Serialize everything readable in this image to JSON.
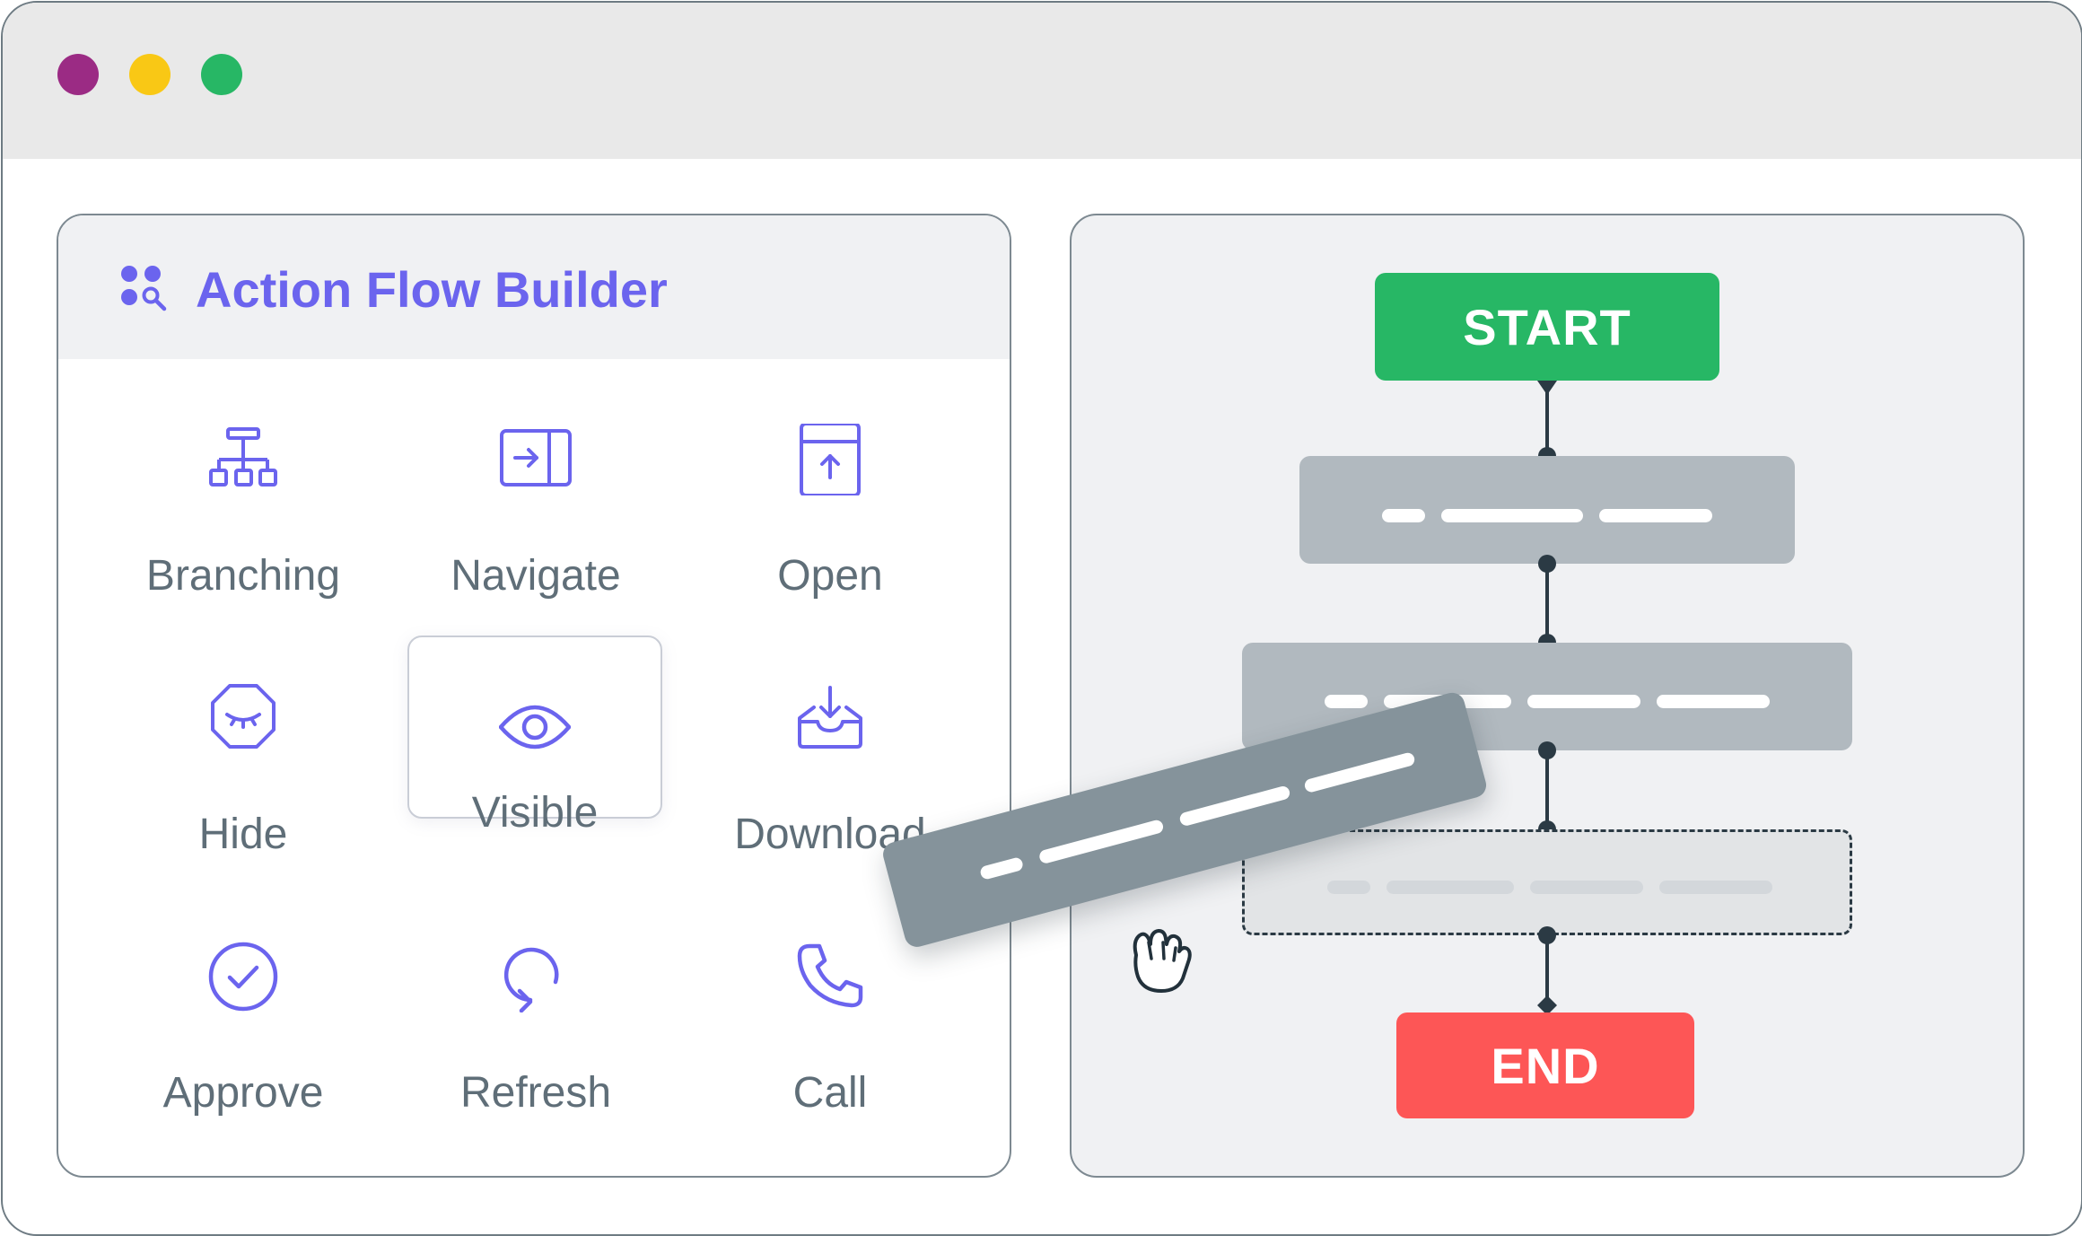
{
  "window": {
    "controls": [
      {
        "name": "close",
        "color": "#9b2b84"
      },
      {
        "name": "minimize",
        "color": "#f9c815"
      },
      {
        "name": "maximize",
        "color": "#27b765"
      }
    ]
  },
  "builder": {
    "title": "Action Flow Builder",
    "title_icon": "apps-search-icon",
    "accent": "#6b64ee",
    "actions": [
      {
        "label": "Branching",
        "icon": "branching-icon"
      },
      {
        "label": "Navigate",
        "icon": "navigate-icon"
      },
      {
        "label": "Open",
        "icon": "open-icon"
      },
      {
        "label": "Hide",
        "icon": "hide-icon"
      },
      {
        "label": "Visible",
        "icon": "eye-icon",
        "selected": true
      },
      {
        "label": "Download",
        "icon": "download-icon"
      },
      {
        "label": "Approve",
        "icon": "approve-icon"
      },
      {
        "label": "Refresh",
        "icon": "refresh-icon"
      },
      {
        "label": "Call",
        "icon": "phone-icon"
      }
    ]
  },
  "flow": {
    "start_label": "START",
    "end_label": "END",
    "start_color": "#27b765",
    "end_color": "#fd5656",
    "step_color": "#b1b9bf",
    "dragged_step_color": "#85939b",
    "drag_cursor": "grab-hand-icon"
  }
}
